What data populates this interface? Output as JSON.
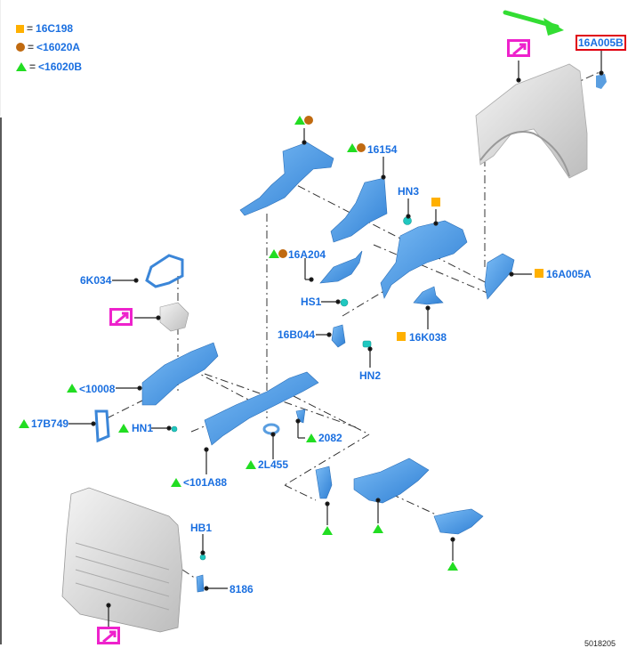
{
  "legend": [
    {
      "symbol": "orange-square",
      "code": "16C198"
    },
    {
      "symbol": "brown-circle",
      "code": "<16020A"
    },
    {
      "symbol": "green-triangle",
      "code": "<16020B"
    }
  ],
  "colors": {
    "label_text": "#1a6fe0",
    "orange_square": "#ffb000",
    "brown_circle": "#c06a10",
    "green_triangle": "#22dd22",
    "highlight_box": "#e00010",
    "pointer_box": "#ee22cc",
    "arrow": "#33dd33",
    "part_blue": "#4a9ae6",
    "fastener_teal": "#20c8c0",
    "grey_part": "#d8d8d8"
  },
  "callouts": {
    "c16A005B": "16A005B",
    "c16154": "16154",
    "hn3": "HN3",
    "c16A204": "16A204",
    "c16A005A": "16A005A",
    "c6K034": "6K034",
    "hs1": "HS1",
    "c16B044": "16B044",
    "c16K038": "16K038",
    "hn2": "HN2",
    "c10008": "<10008",
    "c17B749": "17B749",
    "hn1": "HN1",
    "c2082": "2082",
    "c2L455": "2L455",
    "c101A88": "<101A88",
    "hb1": "HB1",
    "c8186": "8186"
  },
  "figure_number": "5018205"
}
